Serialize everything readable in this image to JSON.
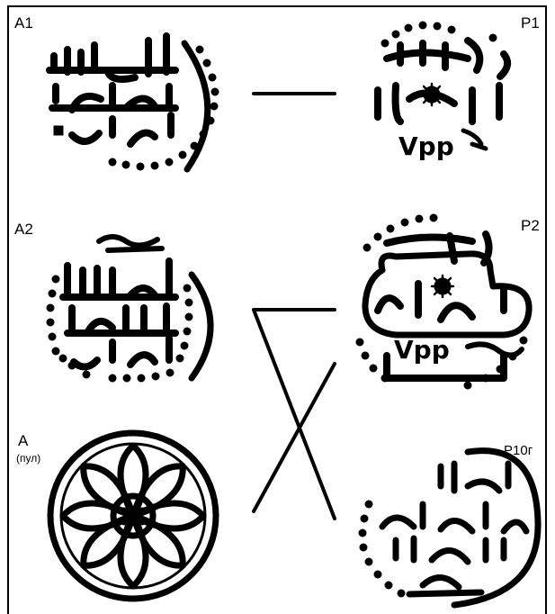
{
  "labels": {
    "a1": "A1",
    "a2": "A2",
    "a": "A",
    "a_sub": "(пул)",
    "p1": "P1",
    "p2": "P2",
    "p10": "P10г"
  }
}
